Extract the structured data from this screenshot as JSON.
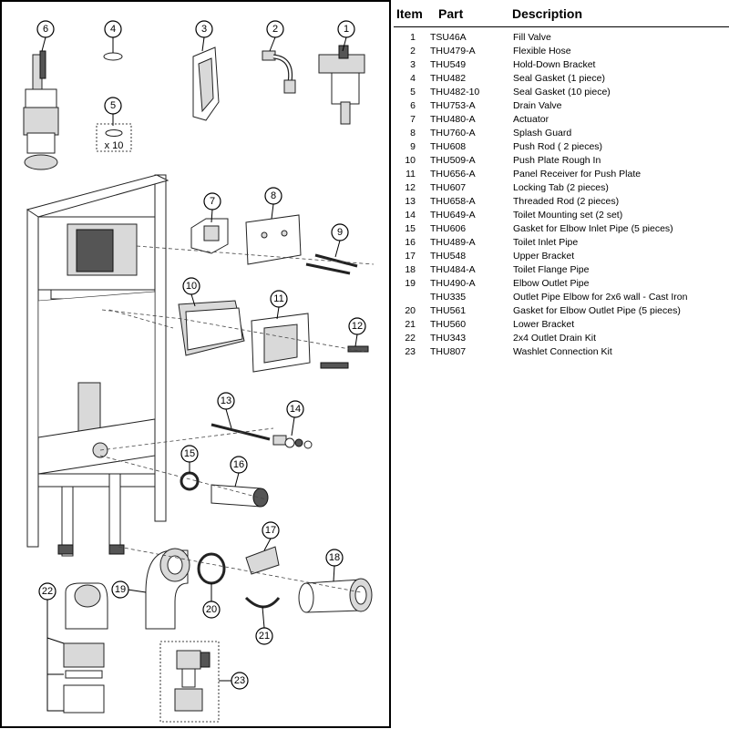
{
  "table": {
    "headers": {
      "item": "Item",
      "part": "Part",
      "description": "Description"
    },
    "rows": [
      {
        "item": "1",
        "part": "TSU46A",
        "description": "Fill Valve"
      },
      {
        "item": "2",
        "part": "THU479-A",
        "description": "Flexible Hose"
      },
      {
        "item": "3",
        "part": "THU549",
        "description": "Hold-Down Bracket"
      },
      {
        "item": "4",
        "part": "THU482",
        "description": "Seal Gasket (1 piece)"
      },
      {
        "item": "5",
        "part": "THU482-10",
        "description": "Seal Gasket (10 piece)"
      },
      {
        "item": "6",
        "part": "THU753-A",
        "description": "Drain Valve"
      },
      {
        "item": "7",
        "part": "THU480-A",
        "description": "Actuator"
      },
      {
        "item": "8",
        "part": "THU760-A",
        "description": "Splash Guard"
      },
      {
        "item": "9",
        "part": "THU608",
        "description": "Push Rod ( 2 pieces)"
      },
      {
        "item": "10",
        "part": "THU509-A",
        "description": "Push Plate Rough In"
      },
      {
        "item": "11",
        "part": "THU656-A",
        "description": "Panel Receiver for Push Plate"
      },
      {
        "item": "12",
        "part": "THU607",
        "description": "Locking Tab (2 pieces)"
      },
      {
        "item": "13",
        "part": "THU658-A",
        "description": "Threaded Rod (2 pieces)"
      },
      {
        "item": "14",
        "part": "THU649-A",
        "description": "Toilet Mounting set (2 set)"
      },
      {
        "item": "15",
        "part": "THU606",
        "description": "Gasket for Elbow Inlet Pipe (5 pieces)"
      },
      {
        "item": "16",
        "part": "THU489-A",
        "description": "Toilet Inlet Pipe"
      },
      {
        "item": "17",
        "part": "THU548",
        "description": "Upper Bracket"
      },
      {
        "item": "18",
        "part": "THU484-A",
        "description": "Toilet Flange Pipe"
      },
      {
        "item": "19",
        "part": "THU490-A",
        "description": "Elbow Outlet Pipe"
      },
      {
        "item": "",
        "part": "THU335",
        "description": "Outlet Pipe Elbow for 2x6 wall - Cast Iron"
      },
      {
        "item": "20",
        "part": "THU561",
        "description": "Gasket for Elbow Outlet Pipe (5 pieces)"
      },
      {
        "item": "21",
        "part": "THU560",
        "description": "Lower Bracket"
      },
      {
        "item": "22",
        "part": "THU343",
        "description": "2x4 Outlet Drain Kit"
      },
      {
        "item": "23",
        "part": "THU807",
        "description": "Washlet Connection Kit"
      }
    ]
  },
  "diagram": {
    "callouts": [
      "1",
      "2",
      "3",
      "4",
      "5",
      "6",
      "7",
      "8",
      "9",
      "10",
      "11",
      "12",
      "13",
      "14",
      "15",
      "16",
      "17",
      "18",
      "19",
      "20",
      "21",
      "22",
      "23"
    ],
    "gasket_quantity_label": "x 10"
  }
}
